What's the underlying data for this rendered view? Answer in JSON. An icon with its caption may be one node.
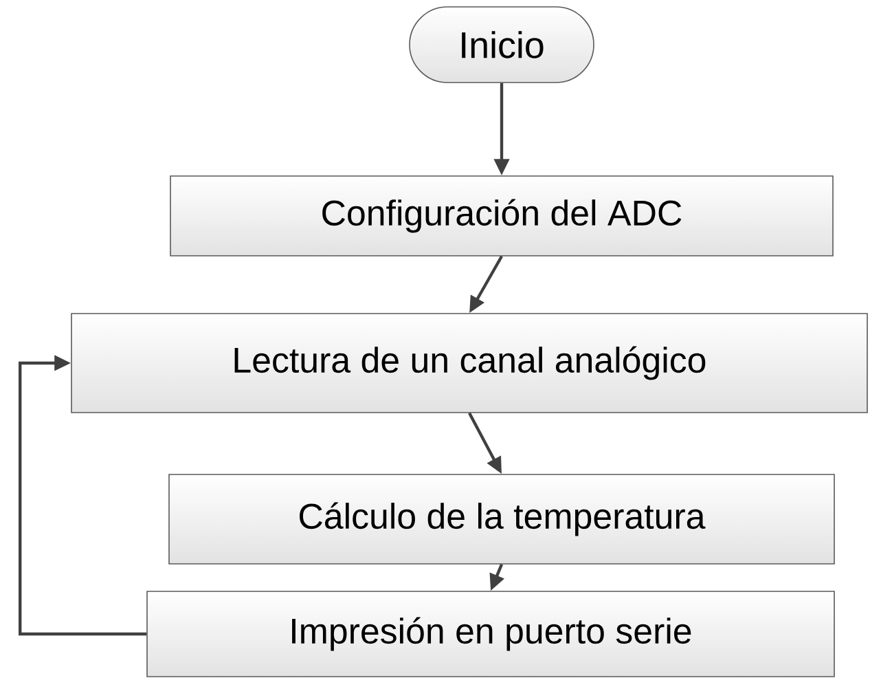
{
  "diagram": {
    "nodes": [
      {
        "text": [
          "Inicio"
        ]
      },
      {
        "text": [
          "Configuración del ADC"
        ]
      },
      {
        "text": [
          "Lectura de un canal analógico"
        ]
      },
      {
        "text": [
          "Cálculo de la temperatura"
        ]
      },
      {
        "text": [
          "Impresión en puerto serie"
        ]
      }
    ],
    "edges": [
      {
        "from": 0,
        "to": 1,
        "arrow": "to"
      },
      {
        "from": 1,
        "to": 2,
        "arrow": "to"
      },
      {
        "from": 2,
        "to": 3,
        "arrow": "to"
      },
      {
        "from": 3,
        "to": 4,
        "arrow": "to"
      },
      {
        "from": 4,
        "to": 2,
        "arrow": "to"
      }
    ]
  }
}
